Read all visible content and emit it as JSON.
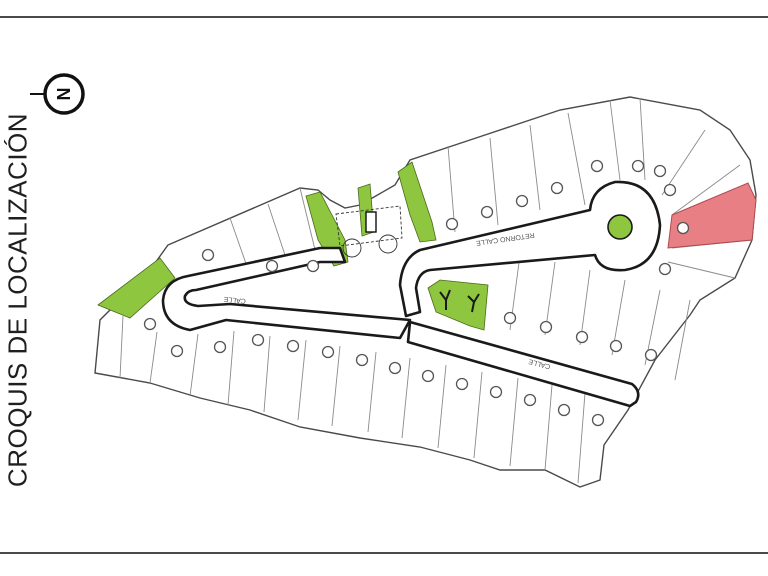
{
  "title": "CROQUIS DE LOCALIZACIÓN",
  "north_symbol": "N",
  "streets": {
    "left_arm": "CALLE",
    "lower_arm": "CALLE",
    "upper_arm": "RETORNO CALLE"
  },
  "colors": {
    "green_area": "#8ec63f",
    "highlighted_lot": "#e87f84",
    "lot_outline": "#777777",
    "street_outline": "#1a1a1a"
  }
}
